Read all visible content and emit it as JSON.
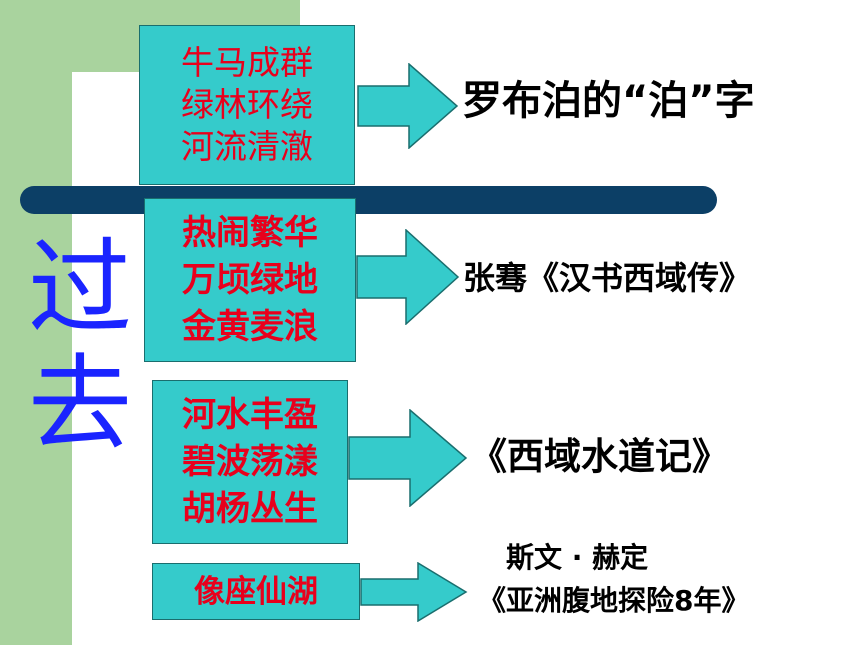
{
  "side_title": {
    "char1": "过",
    "char2": "去"
  },
  "boxes": [
    {
      "lines": [
        "牛马成群",
        "绿林环绕",
        "河流清澈"
      ]
    },
    {
      "lines": [
        "热闹繁华",
        "万顷绿地",
        "金黄麦浪"
      ]
    },
    {
      "lines": [
        "河水丰盈",
        "碧波荡漾",
        "胡杨丛生"
      ]
    },
    {
      "lines": [
        "像座仙湖"
      ]
    }
  ],
  "labels": {
    "l1": "罗布泊的“泊”字",
    "l2": "张骞《汉书西域传》",
    "l3": "《西域水道记》",
    "l4_line1": "斯文 · 赫定",
    "l4_line2": "《亚洲腹地探险8年》"
  },
  "colors": {
    "green_frame": "#a9d39e",
    "box_fill": "#35cbcb",
    "box_text": "#e8001c",
    "bar": "#0c3f66",
    "title": "#1a24ff"
  }
}
